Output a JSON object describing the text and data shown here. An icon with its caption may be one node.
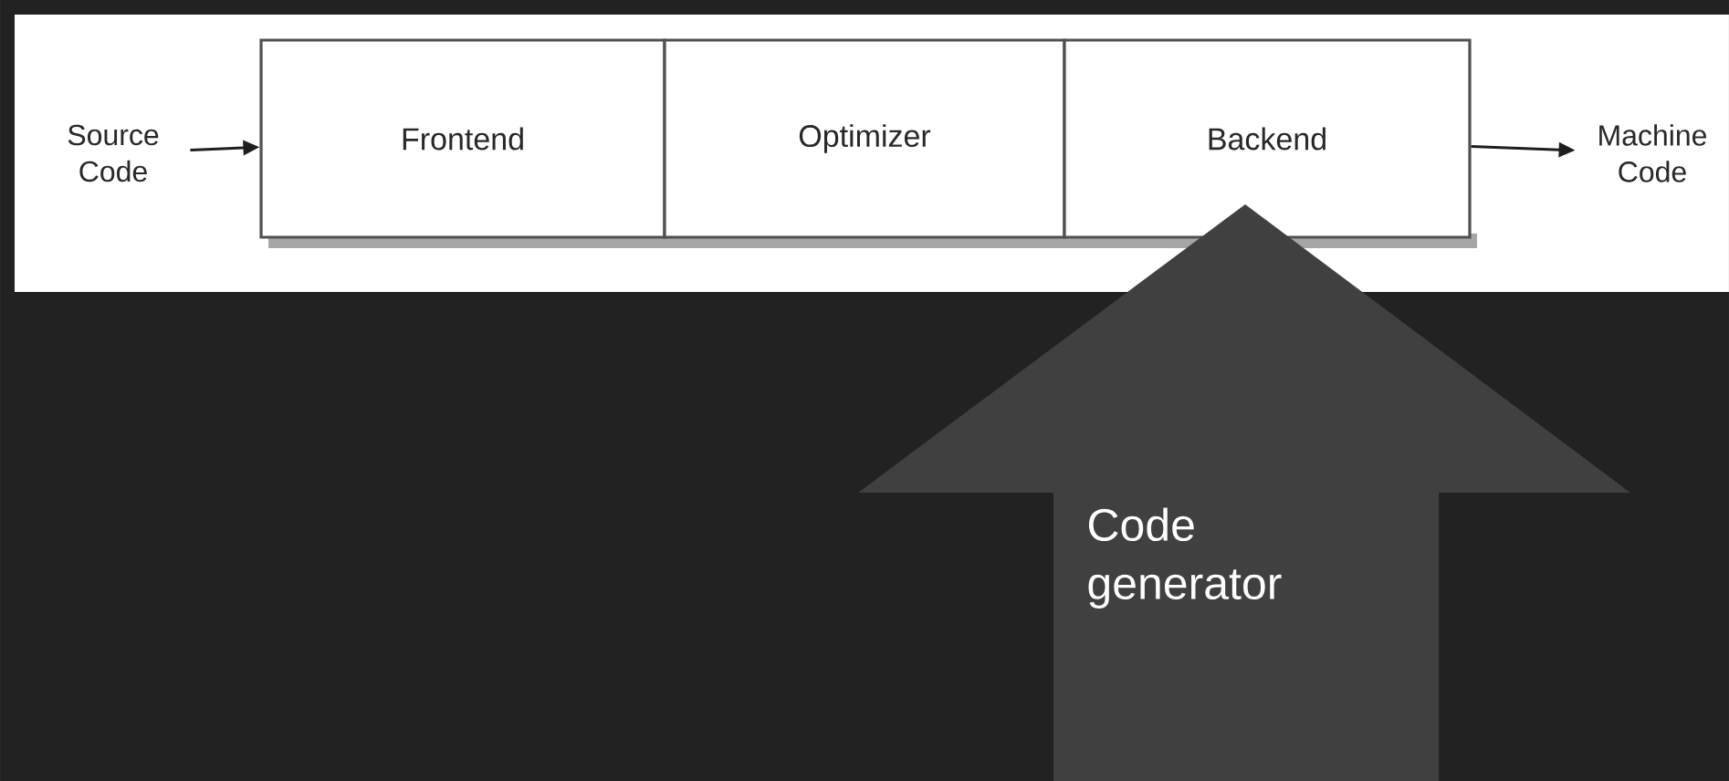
{
  "diagram": {
    "nodes": [
      {
        "text": [
          "Source Code"
        ]
      },
      {
        "text": [
          "Frontend"
        ]
      },
      {
        "text": [
          "Optimizer"
        ]
      },
      {
        "text": [
          "Backend"
        ]
      },
      {
        "text": [
          "Machine Code"
        ]
      },
      {
        "text": [
          "Code generator"
        ]
      }
    ],
    "edges": [
      {
        "from": 0,
        "to": 1,
        "arrow": "to"
      },
      {
        "from": 3,
        "to": 4,
        "arrow": "to"
      }
    ]
  }
}
